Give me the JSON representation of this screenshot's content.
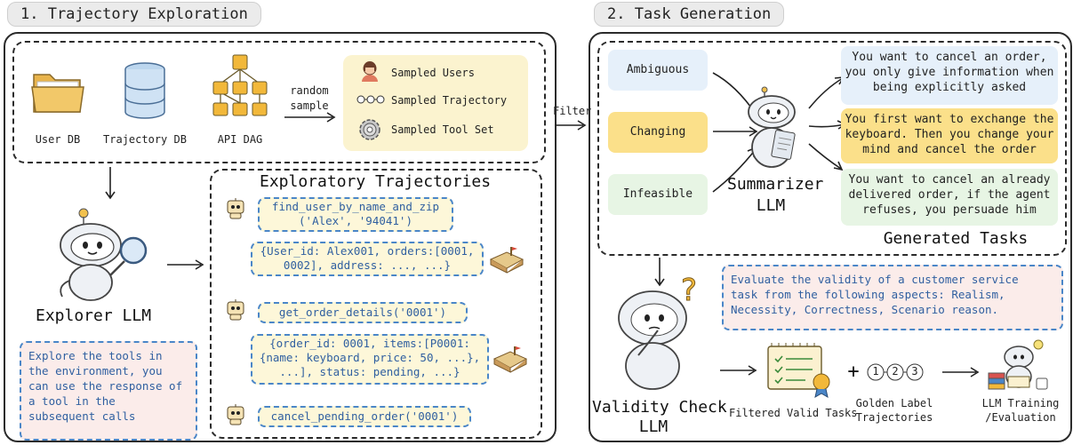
{
  "sections": {
    "left_title": "1. Trajectory Exploration",
    "right_title": "2. Task Generation"
  },
  "sources": {
    "user_db": "User DB",
    "trajectory_db": "Trajectory DB",
    "api_dag": "API DAG",
    "random_sample": "random sample"
  },
  "sampled": {
    "users": "Sampled Users",
    "trajectory": "Sampled Trajectory",
    "tool_set": "Sampled Tool Set"
  },
  "exploratory": {
    "title": "Exploratory Trajectories",
    "call1_line1": "find_user_by_name_and_zip",
    "call1_line2": "('Alex', '94041')",
    "resp1_line1": "{User_id: Alex001, orders:[0001,",
    "resp1_line2": "0002], address: ..., ...}",
    "call2": "get_order_details('0001')",
    "resp2_line1": "{order_id: 0001, items:[P0001:",
    "resp2_line2": "{name: keyboard, price: 50, ...},",
    "resp2_line3": "...], status: pending, ...}",
    "call3": "cancel_pending_order('0001')"
  },
  "explorer": {
    "name": "Explorer LLM",
    "prompt": [
      "Explore the tools in",
      "the environment, you",
      "can use the response of",
      "a tool in the",
      "subsequent calls"
    ]
  },
  "filter_label": "Filter",
  "task_types": {
    "ambiguous": "Ambiguous",
    "changing": "Changing",
    "infeasible": "Infeasible"
  },
  "summarizer": {
    "line1": "Summarizer",
    "line2": "LLM"
  },
  "generated": {
    "title": "Generated Tasks",
    "task1": [
      "You want to cancel an order,",
      "you only give information when",
      "being explicitly asked"
    ],
    "task2": [
      "You first want to exchange the",
      "keyboard. Then you change your",
      "mind and cancel the order"
    ],
    "task3": [
      "You want to cancel an already",
      "delivered order, if the agent",
      "refuses, you persuade him"
    ]
  },
  "validity": {
    "prompt": [
      "Evaluate the validity of a customer service",
      "task from the following aspects: Realism,",
      "Necessity, Correctness, Scenario reason."
    ],
    "name_line1": "Validity Check",
    "name_line2": "LLM",
    "filtered": "Filtered Valid Tasks",
    "plus": "+",
    "golden_line1": "Golden Label",
    "golden_line2": "Trajectories",
    "training_line1": "LLM Training",
    "training_line2": "/Evaluation",
    "steps": [
      "1",
      "2",
      "3"
    ]
  },
  "colors": {
    "ambiguous_bg": "#e6f0fa",
    "changing_bg": "#fbe08a",
    "infeasible_bg": "#e7f5e4",
    "tool_bg": "#fdf7d9",
    "tool_border": "#4a86c8",
    "note_bg": "#fbecea"
  }
}
